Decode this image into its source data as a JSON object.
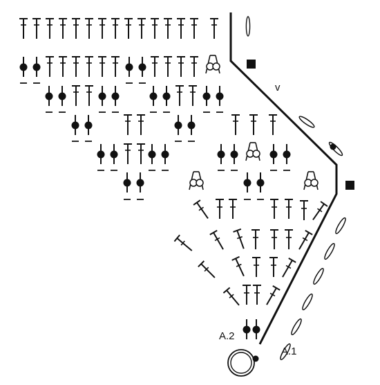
{
  "diagram": {
    "labels": {
      "a2": "A.2",
      "a1": "A.1",
      "v": "v"
    },
    "symbols": [
      "treble-crochet",
      "bobble-with-bullet",
      "chain-dash",
      "picot-loop",
      "chain-oval",
      "filled-square",
      "magic-ring"
    ],
    "colors": {
      "ink": "#111111",
      "background": "#ffffff"
    }
  }
}
